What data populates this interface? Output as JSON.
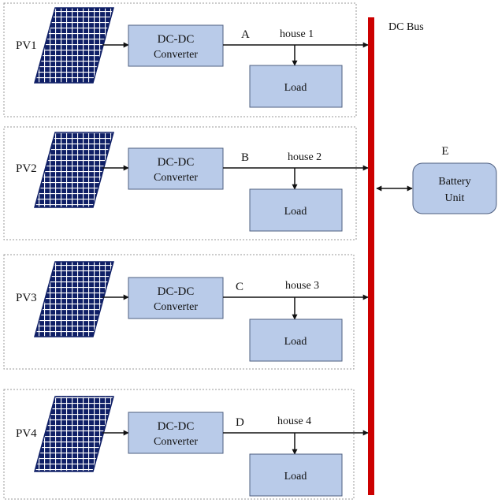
{
  "dc_bus_label": "DC Bus",
  "houses": [
    {
      "pv_label": "PV1",
      "converter_line1": "DC-DC",
      "converter_line2": "Converter",
      "node_label": "A",
      "house_label": "house 1",
      "load_label": "Load"
    },
    {
      "pv_label": "PV2",
      "converter_line1": "DC-DC",
      "converter_line2": "Converter",
      "node_label": "B",
      "house_label": "house 2",
      "load_label": "Load"
    },
    {
      "pv_label": "PV3",
      "converter_line1": "DC-DC",
      "converter_line2": "Converter",
      "node_label": "C",
      "house_label": "house 3",
      "load_label": "Load"
    },
    {
      "pv_label": "PV4",
      "converter_line1": "DC-DC",
      "converter_line2": "Converter",
      "node_label": "D",
      "house_label": "house 4",
      "load_label": "Load"
    }
  ],
  "battery": {
    "node_label": "E",
    "line1": "Battery",
    "line2": "Unit"
  },
  "colors": {
    "bus": "#cc0000",
    "box_fill": "#b9cbe9",
    "box_stroke": "#4e5f80",
    "panel_fill": "#0f1f66",
    "panel_grid": "#ffffff",
    "frame": "#999999",
    "line": "#111111"
  }
}
